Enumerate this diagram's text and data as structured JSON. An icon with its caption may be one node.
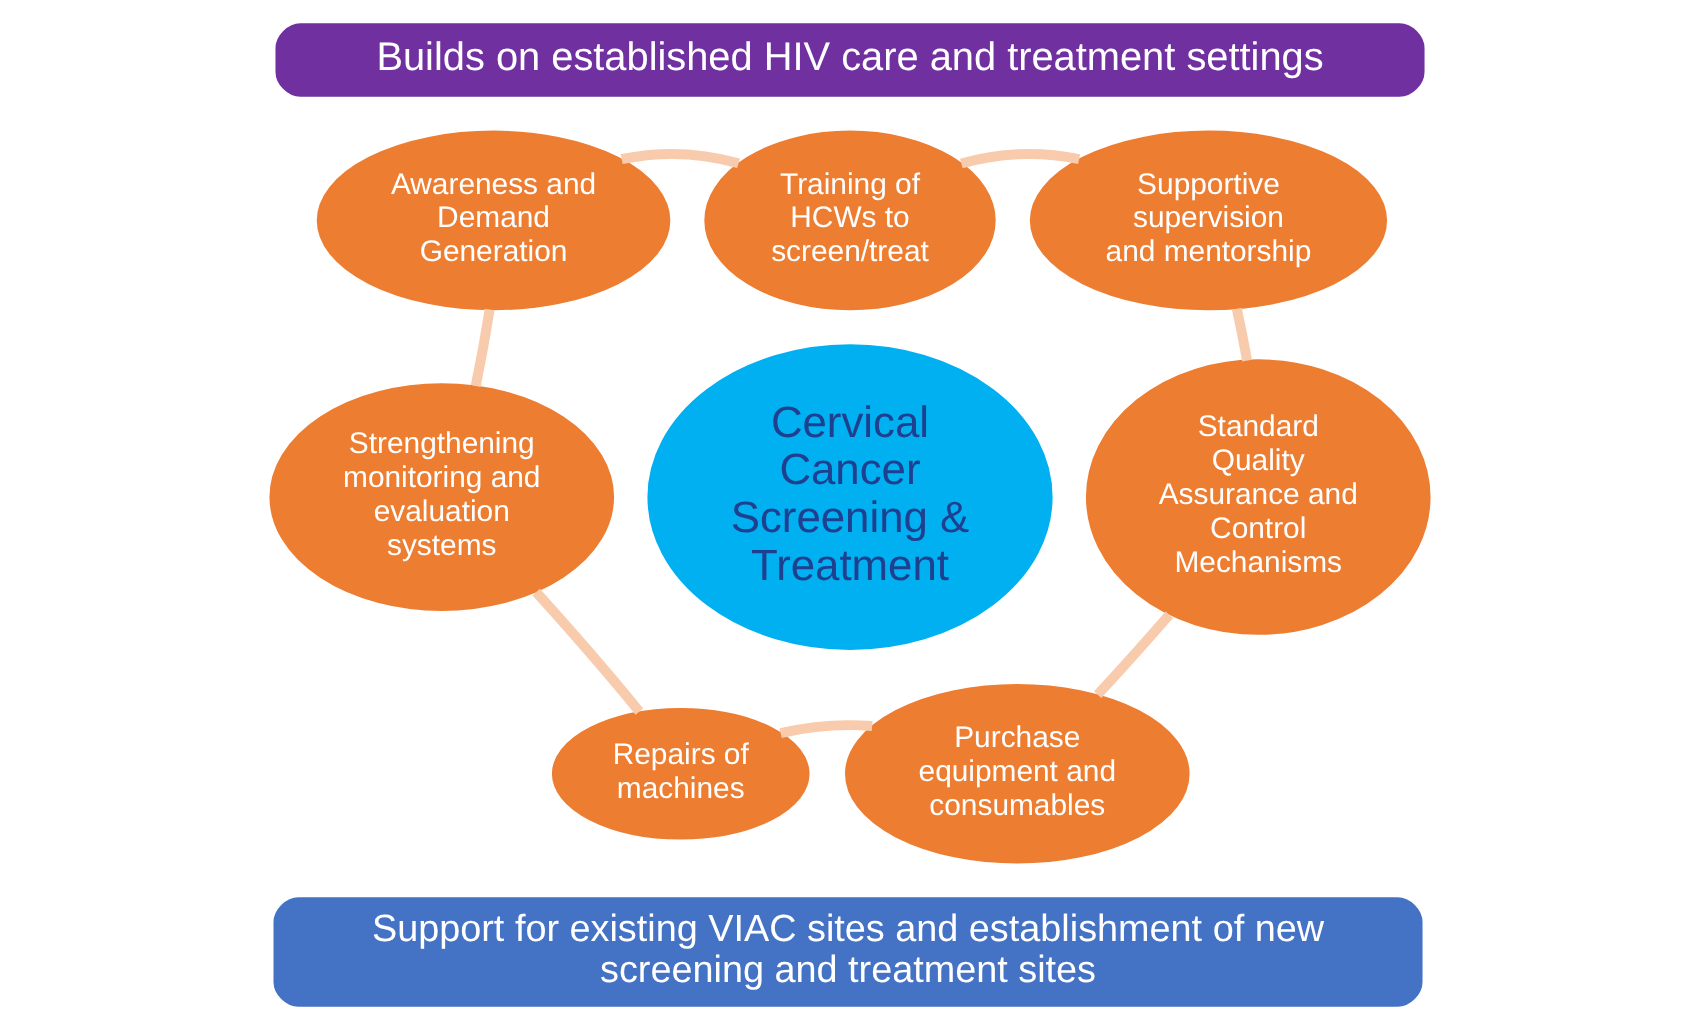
{
  "diagram": {
    "nodes": [
      {
        "text": [
          "Builds on established HIV care and treatment settings"
        ]
      },
      {
        "text": [
          "Training of HCWs to screen/treat"
        ]
      },
      {
        "text": [
          "Awareness and Demand Generation"
        ]
      },
      {
        "text": [
          "Supportive supervision and mentorship"
        ]
      },
      {
        "text": [
          "Cervical Cancer Screening & Treatment"
        ]
      },
      {
        "text": [
          "Strengthening monitoring and evaluation systems"
        ]
      },
      {
        "text": [
          "Standard Quality Assurance and Control Mechanisms"
        ]
      },
      {
        "text": [
          "Repairs of machines"
        ]
      },
      {
        "text": [
          "Purchase equipment and consumables"
        ]
      },
      {
        "text": [
          "Support for existing VIAC sites and establishment of new screening and treatment sites"
        ]
      }
    ],
    "edges": [
      {
        "from": 1,
        "to": 3,
        "arrow": "none"
      },
      {
        "from": 3,
        "to": 6,
        "arrow": "none"
      },
      {
        "from": 6,
        "to": 8,
        "arrow": "none"
      },
      {
        "from": 8,
        "to": 7,
        "arrow": "none"
      },
      {
        "from": 7,
        "to": 5,
        "arrow": "none"
      },
      {
        "from": 5,
        "to": 2,
        "arrow": "none"
      },
      {
        "from": 2,
        "to": 1,
        "arrow": "none"
      }
    ]
  }
}
